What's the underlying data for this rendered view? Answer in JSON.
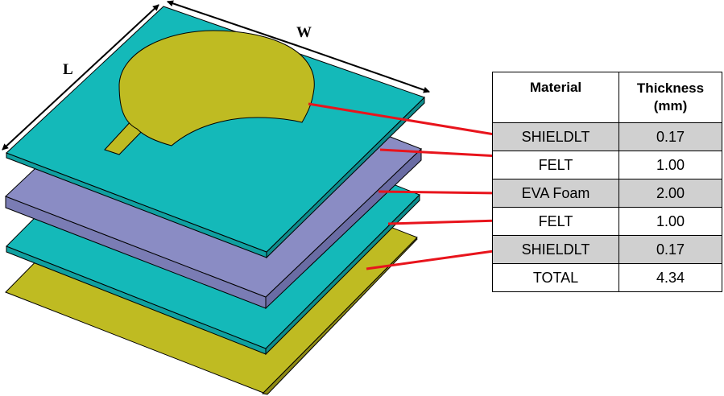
{
  "dimensions": {
    "length_label": "L",
    "width_label": "W"
  },
  "table": {
    "headers": {
      "material": "Material",
      "thickness": "Thickness (mm)"
    },
    "rows": [
      {
        "material": "SHIELDLT",
        "thickness": "0.17"
      },
      {
        "material": "FELT",
        "thickness": "1.00"
      },
      {
        "material": "EVA Foam",
        "thickness": "2.00"
      },
      {
        "material": "FELT",
        "thickness": "1.00"
      },
      {
        "material": "SHIELDLT",
        "thickness": "0.17"
      },
      {
        "material": "TOTAL",
        "thickness": "4.34"
      }
    ]
  },
  "colors": {
    "patch": "#bfbb22",
    "felt": "#14b9b9",
    "eva_foam": "#8a8cc4",
    "ground": "#bfbb22",
    "leader_line": "#e8141c"
  }
}
